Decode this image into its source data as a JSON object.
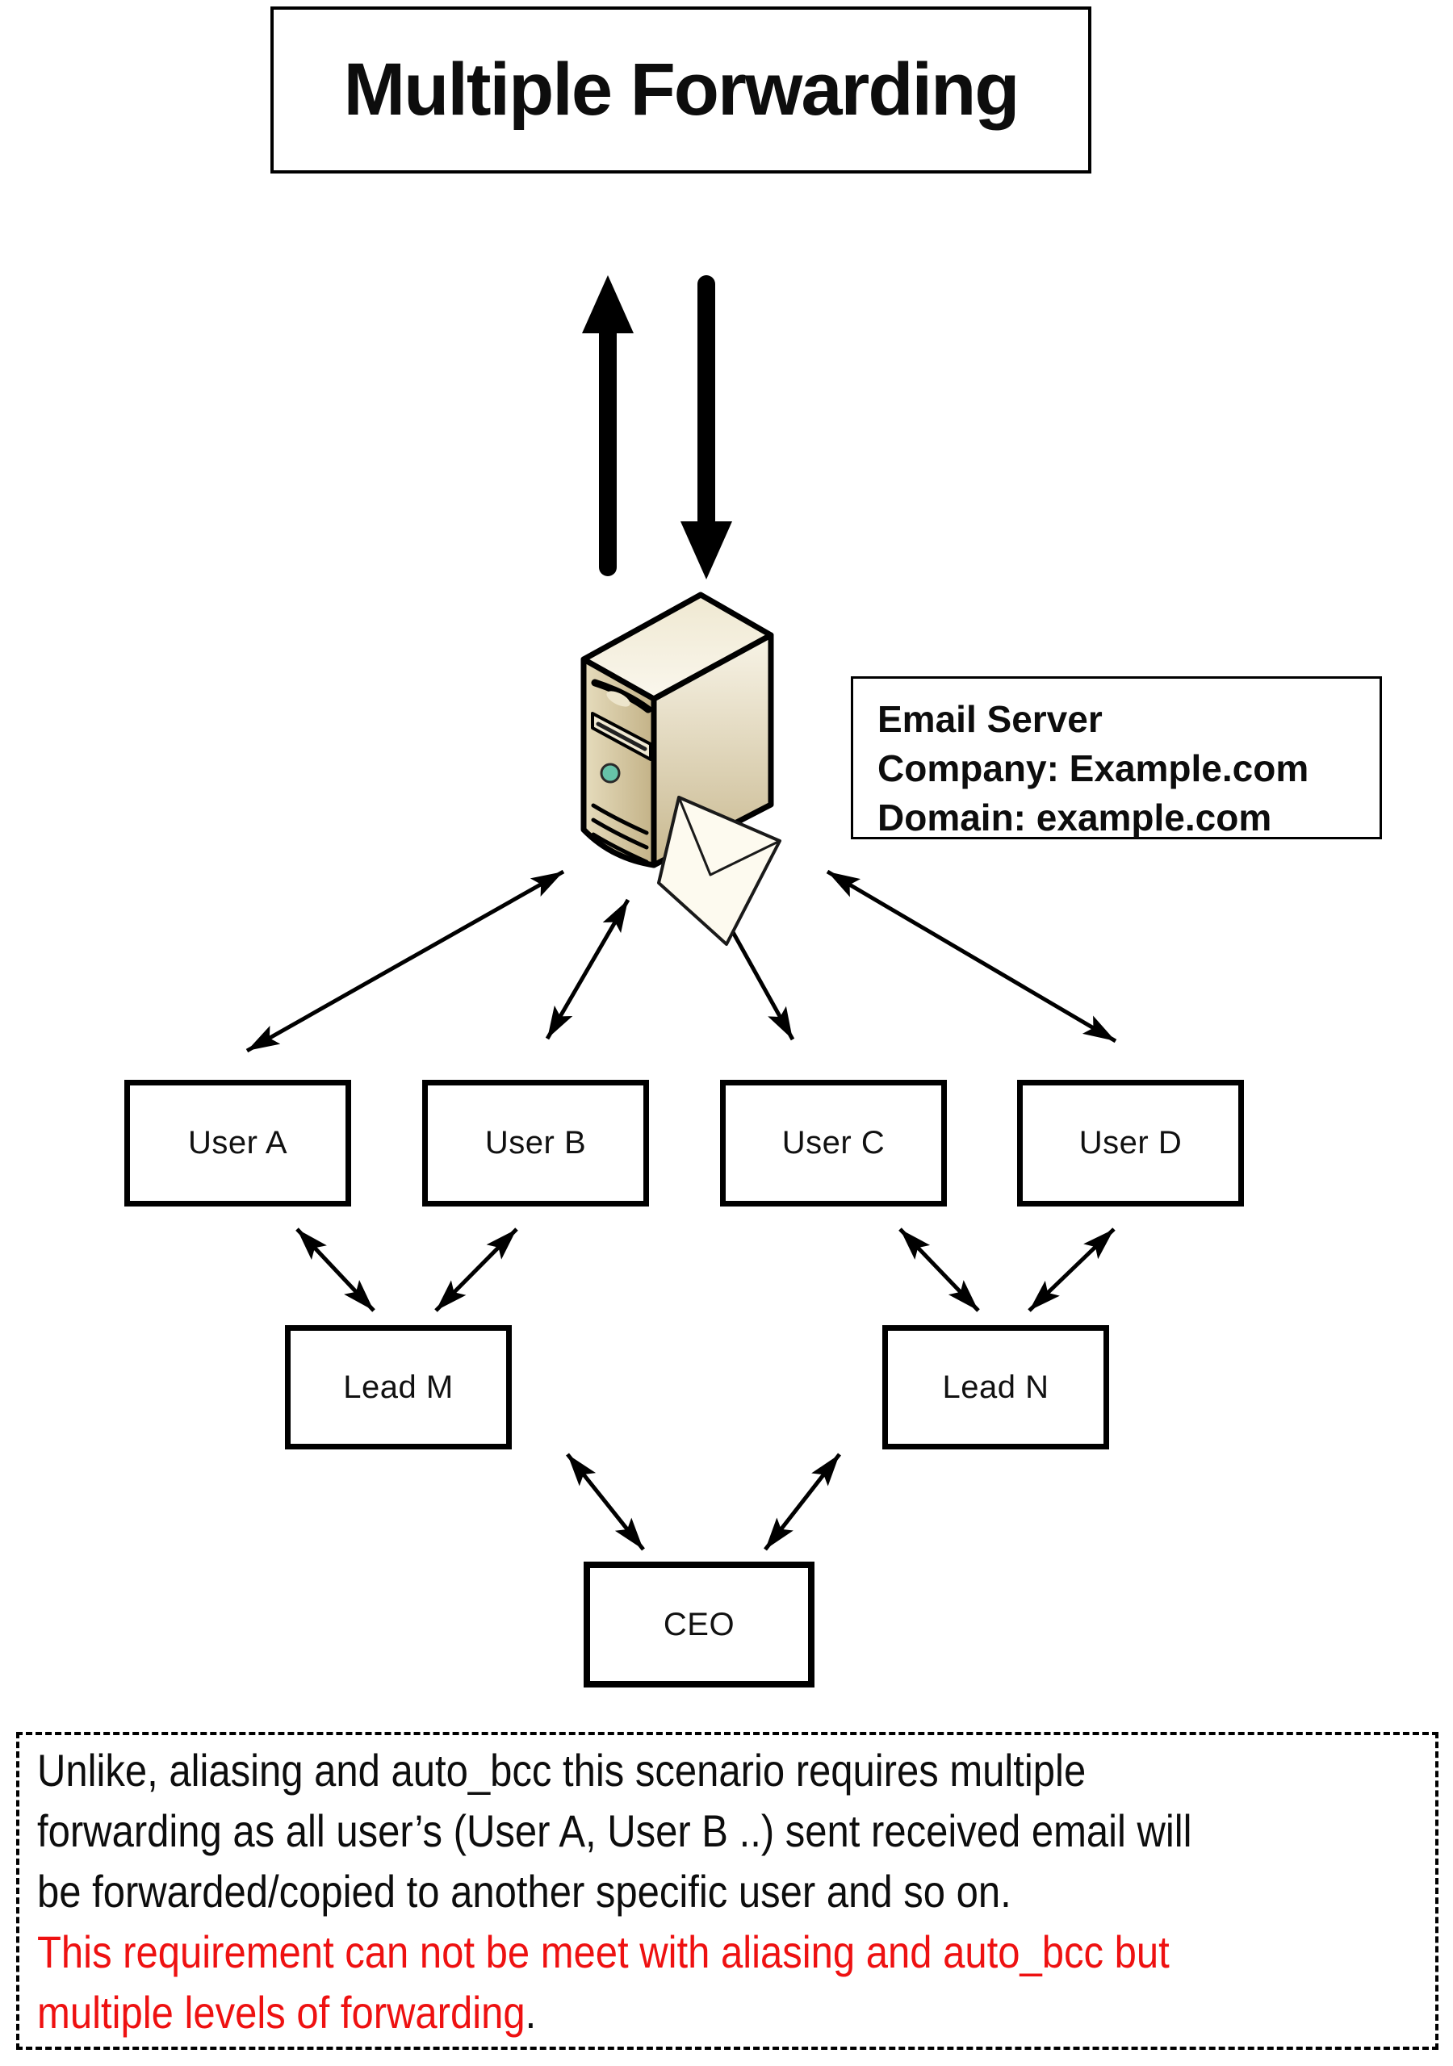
{
  "title": "Multiple Forwarding",
  "server_label": {
    "line1": "Email Server",
    "line2": "Company: Example.com",
    "line3": "Domain: example.com"
  },
  "nodes": {
    "user_a": {
      "label": "User A"
    },
    "user_b": {
      "label": "User B"
    },
    "user_c": {
      "label": "User C"
    },
    "user_d": {
      "label": "User D"
    },
    "lead_m": {
      "label": "Lead M"
    },
    "lead_n": {
      "label": "Lead N"
    },
    "ceo": {
      "label": "CEO"
    }
  },
  "note": {
    "black": "Unlike, aliasing and auto_bcc this scenario requires multiple\nforwarding as all user’s (User A, User B ..) sent received email will\nbe forwarded/copied to another specific user and so on.\n",
    "red": "This requirement can not be meet with aliasing and auto_bcc but\nmultiple levels of forwarding",
    "period": "."
  },
  "colors": {
    "text_black": "#0d0d0d",
    "note_red": "#ee1111",
    "server_body_tan": "#d2c29a",
    "server_top_cream": "#f2ecd8",
    "led_teal": "#66c2a8",
    "envelope_cream": "#fdfaef",
    "background": "#ffffff"
  }
}
